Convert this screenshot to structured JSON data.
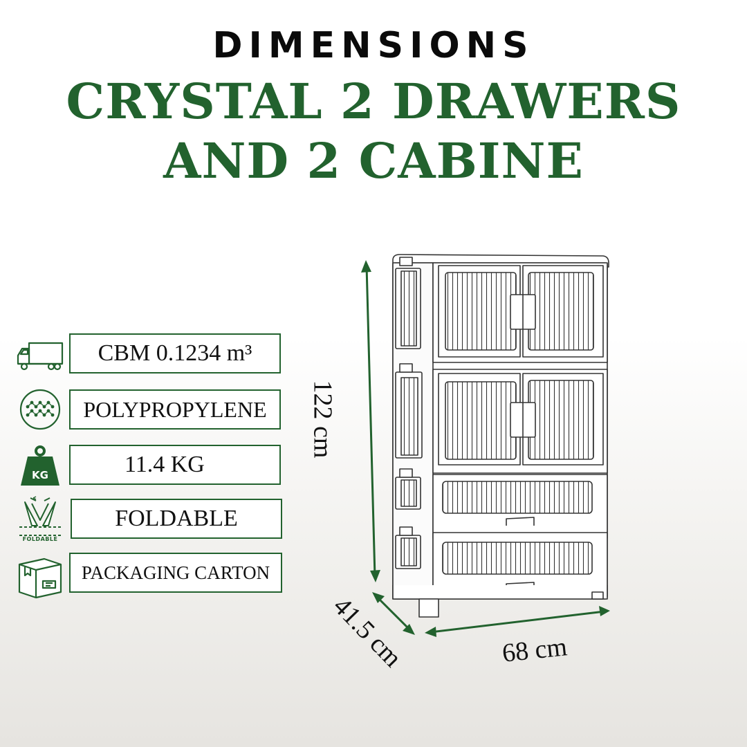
{
  "header": {
    "kicker": "DIMENSIONS",
    "title_line1": "CRYSTAL 2 DRAWERS",
    "title_line2": "AND 2 CABINE"
  },
  "specs": [
    {
      "icon": "truck-icon",
      "label": "CBM 0.1234 m³"
    },
    {
      "icon": "molecule-icon",
      "label": "POLYPROPYLENE"
    },
    {
      "icon": "kg-weight-icon",
      "label": "11.4 KG",
      "icon_text": "KG"
    },
    {
      "icon": "foldable-icon",
      "label": "FOLDABLE",
      "icon_text": "FOLDABLE"
    },
    {
      "icon": "carton-box-icon",
      "label": "PACKAGING CARTON"
    }
  ],
  "dimensions": {
    "height": "122 cm",
    "depth": "41.5 cm",
    "width": "68 cm"
  },
  "colors": {
    "brand_green": "#22622e",
    "text": "#111111"
  }
}
